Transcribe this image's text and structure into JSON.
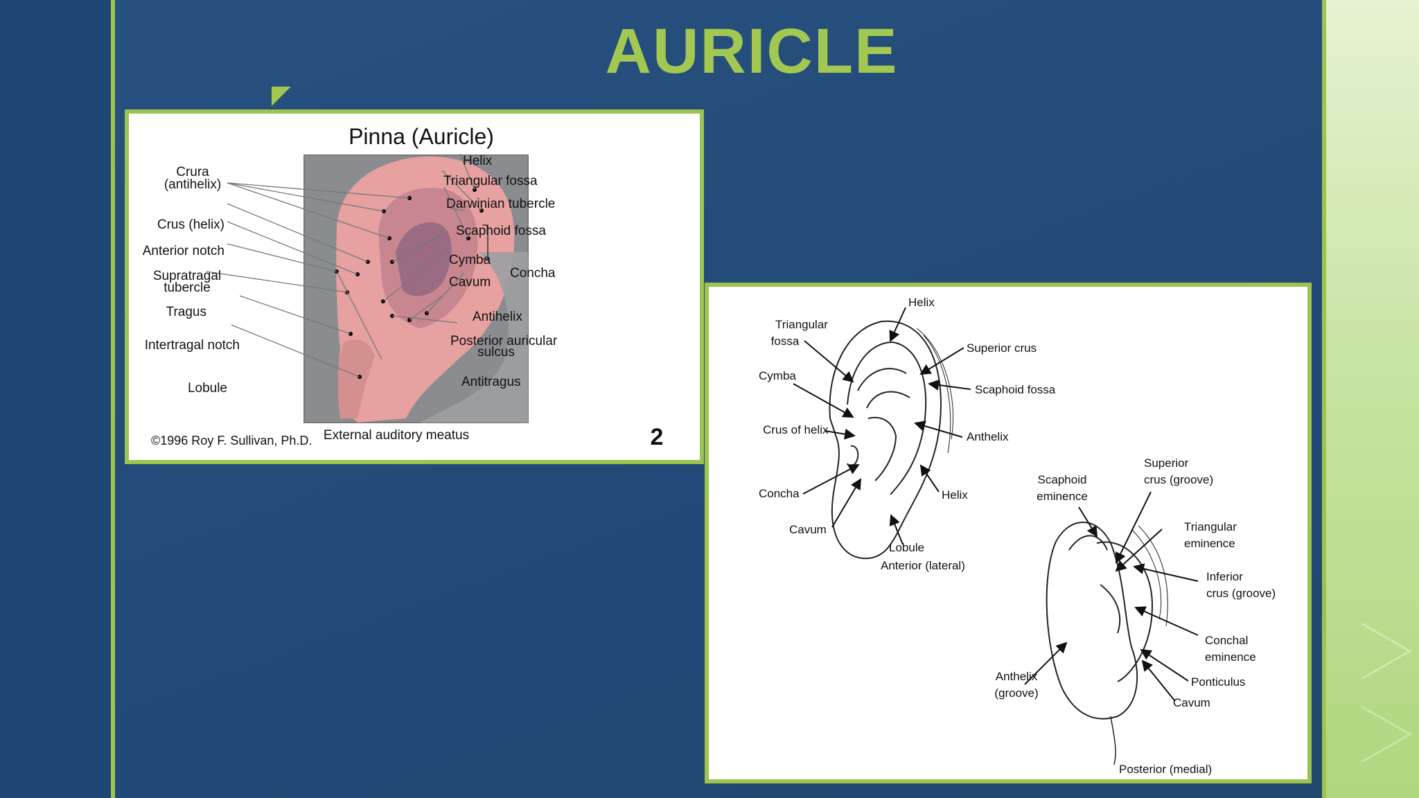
{
  "slide": {
    "title": "AURICLE"
  },
  "pinna_image": {
    "heading": "Pinna (Auricle)",
    "labels": {
      "crura": "Crura",
      "antihelix_paren": "(antihelix)",
      "crus_helix": "Crus (helix)",
      "anterior_notch": "Anterior notch",
      "supratragal": "Supratragal",
      "tubercle": "tubercle",
      "tragus": "Tragus",
      "intertragal_notch": "Intertragal notch",
      "lobule": "Lobule",
      "helix": "Helix",
      "triangular_fossa": "Triangular fossa",
      "darwinian_tubercle": "Darwinian tubercle",
      "scaphoid_fossa": "Scaphoid fossa",
      "cymba": "Cymba",
      "cavum": "Cavum",
      "concha": "Concha",
      "antihelix": "Antihelix",
      "posterior_auricular": "Posterior auricular",
      "sulcus": "sulcus",
      "antitragus": "Antitragus",
      "external_meatus": "External auditory meatus"
    },
    "copyright": "©1996 Roy F. Sullivan, Ph.D.",
    "page_number": "2"
  },
  "sketch_image": {
    "anterior": {
      "helix_top": "Helix",
      "triangular": "Triangular",
      "fossa": "fossa",
      "superior_crus": "Superior crus",
      "cymba": "Cymba",
      "scaphoid_fossa": "Scaphoid fossa",
      "crus_of_helix": "Crus of helix",
      "anthelix": "Anthelix",
      "concha": "Concha",
      "helix_bottom": "Helix",
      "cavum": "Cavum",
      "lobule": "Lobule",
      "caption": "Anterior (lateral)"
    },
    "posterior": {
      "scaphoid": "Scaphoid",
      "eminence": "eminence",
      "superior": "Superior",
      "crus_groove": "crus (groove)",
      "triangular": "Triangular",
      "tri_eminence": "eminence",
      "inferior": "Inferior",
      "inf_crus_groove": "crus (groove)",
      "conchal": "Conchal",
      "conchal_eminence": "eminence",
      "anthelix": "Anthelix",
      "groove": "(groove)",
      "ponticulus": "Ponticulus",
      "cavum": "Cavum",
      "caption": "Posterior (medial)"
    }
  },
  "colors": {
    "accent_green": "#9dc44d",
    "title_green": "#a3c851",
    "background_blue": "#234a77"
  }
}
